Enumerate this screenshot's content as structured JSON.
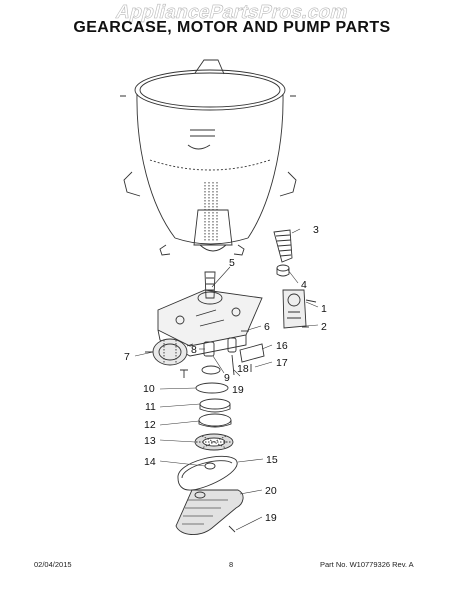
{
  "watermark": "AppliancePartsPros.com",
  "title": "GEARCASE, MOTOR AND PUMP PARTS",
  "callouts": {
    "c1": "1",
    "c2": "2",
    "c3": "3",
    "c4": "4",
    "c5": "5",
    "c6": "6",
    "c7": "7",
    "c8": "8",
    "c9": "9",
    "c10": "10",
    "c11": "11",
    "c12": "12",
    "c13": "13",
    "c14": "14",
    "c15": "15",
    "c16": "16",
    "c17": "17",
    "c18": "18",
    "c19a": "19",
    "c19b": "19",
    "c20": "20"
  },
  "footer": {
    "date": "02/04/2015",
    "page": "8",
    "part": "Part No. W10779326  Rev. A"
  },
  "colors": {
    "line": "#333333",
    "shade": "#d9d9d9",
    "text": "#111111"
  }
}
